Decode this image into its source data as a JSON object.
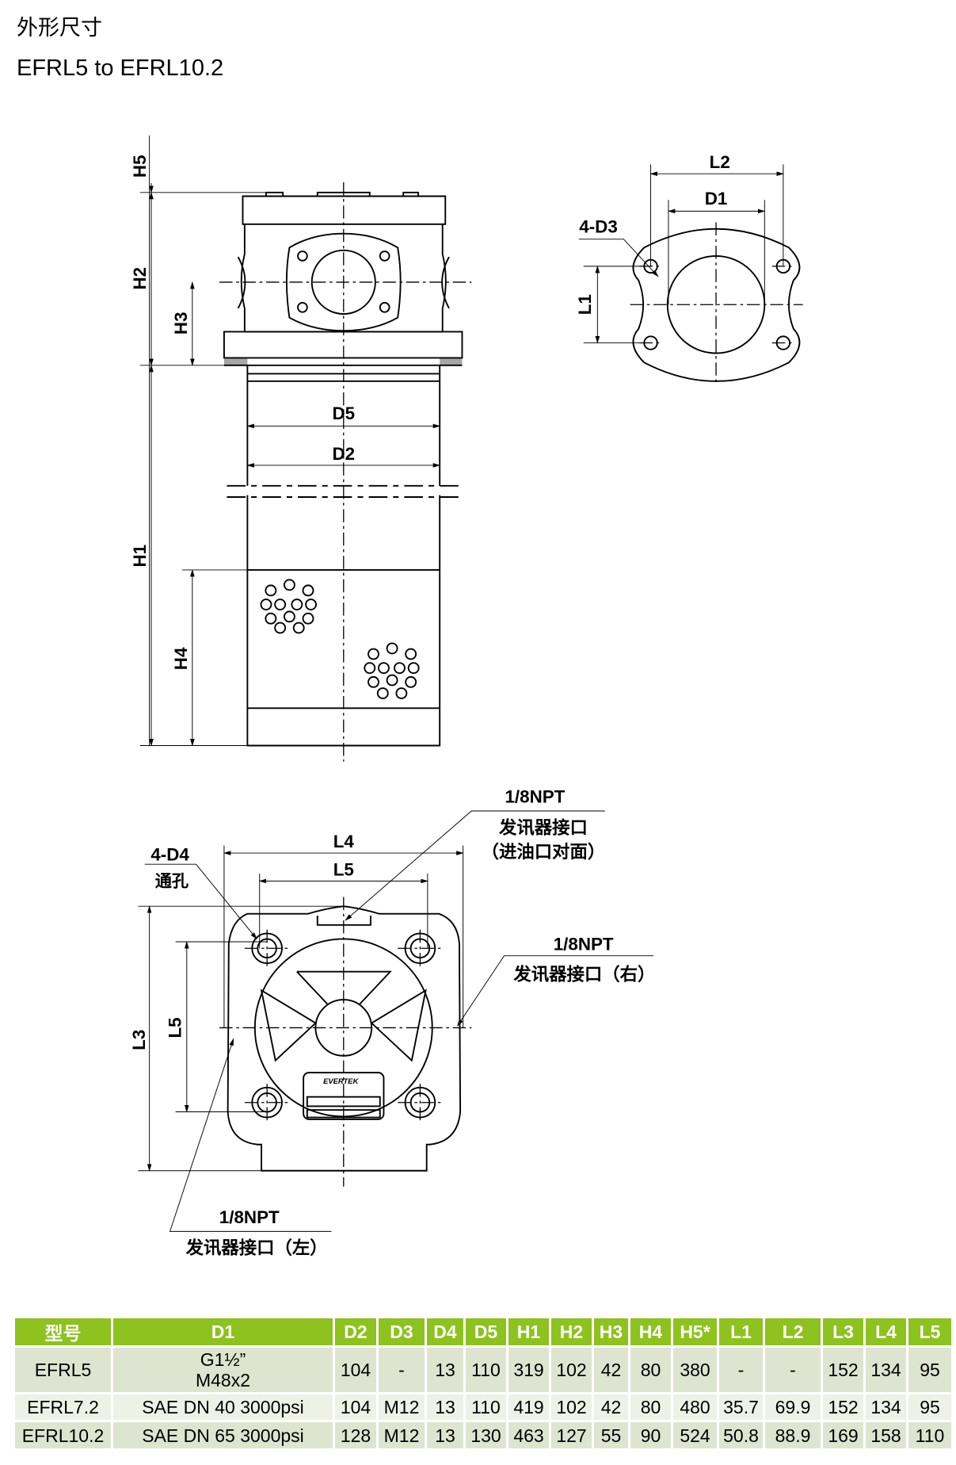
{
  "header": {
    "title_cn": "外形尺寸",
    "title_en": "EFRL5 to EFRL10.2"
  },
  "drawing": {
    "front_view": {
      "H5": "H5",
      "H2": "H2",
      "H3": "H3",
      "H1": "H1",
      "H4": "H4",
      "D5": "D5",
      "D2": "D2"
    },
    "flange_view": {
      "L2": "L2",
      "D1": "D1",
      "D3": "4-D3",
      "L1": "L1"
    },
    "bottom_view": {
      "L4": "L4",
      "L5_h": "L5",
      "L5_v": "L5",
      "L3": "L3",
      "D4": "4-D4",
      "D4_note": "通孔",
      "port_opposite": {
        "spec": "1/8NPT",
        "label": "发讯器接口",
        "note": "（进油口对面）"
      },
      "port_right": {
        "spec": "1/8NPT",
        "label": "发讯器接口（右）"
      },
      "port_left": {
        "spec": "1/8NPT",
        "label": "发讯器接口（左）"
      },
      "logo": "EVERTEK"
    }
  },
  "table": {
    "columns": [
      "型号",
      "D1",
      "D2",
      "D3",
      "D4",
      "D5",
      "H1",
      "H2",
      "H3",
      "H4",
      "H5*",
      "L1",
      "L2",
      "L3",
      "L4",
      "L5"
    ],
    "rows": [
      {
        "model": "EFRL5",
        "d1_line1": "G1½”",
        "d1_line2": "M48x2",
        "values": [
          "104",
          "-",
          "13",
          "110",
          "319",
          "102",
          "42",
          "80",
          "380",
          "-",
          "-",
          "152",
          "134",
          "95"
        ]
      },
      {
        "model": "EFRL7.2",
        "d1": "SAE DN 40 3000psi",
        "values": [
          "104",
          "M12",
          "13",
          "110",
          "419",
          "102",
          "42",
          "80",
          "480",
          "35.7",
          "69.9",
          "152",
          "134",
          "95"
        ]
      },
      {
        "model": "EFRL10.2",
        "d1": "SAE DN 65 3000psi",
        "values": [
          "128",
          "M12",
          "13",
          "130",
          "463",
          "127",
          "55",
          "90",
          "524",
          "50.8",
          "88.9",
          "169",
          "158",
          "110"
        ]
      }
    ]
  },
  "colors": {
    "header_bg": "#8dc21f",
    "row_bg": "#dde5d0",
    "row_alt_bg": "#eef2e6"
  }
}
